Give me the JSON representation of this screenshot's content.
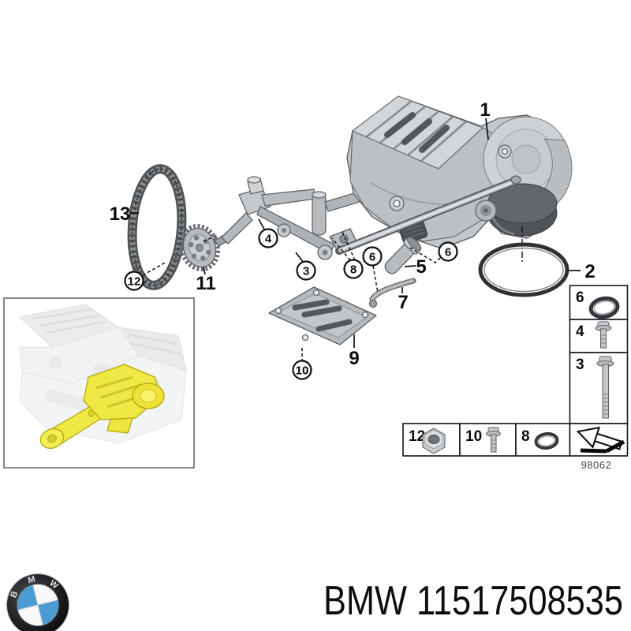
{
  "diagram": {
    "drawing_number": "98062",
    "callouts": {
      "n1": "1",
      "n2": "2",
      "n3": "3",
      "n4": "4",
      "n5": "5",
      "n6_left": "6",
      "n6_right": "6",
      "n7": "7",
      "n8": "8",
      "n9": "9",
      "n10": "10",
      "n11": "11",
      "n12": "12",
      "n13": "13"
    },
    "legend": {
      "box6": "6",
      "box4": "4",
      "box3": "3",
      "box12": "12",
      "box10": "10",
      "box8": "8"
    },
    "icons": {
      "direction_arrow": "arrow-down-left"
    }
  },
  "footer": {
    "caption": "BMW 11517508535",
    "logo": {
      "letter_b": "B",
      "letter_m": "M",
      "letter_w": "W"
    }
  },
  "colors": {
    "highlight_yellow": "#f0e845",
    "bmw_blue": "#4b9cd3",
    "line_black": "#111111"
  }
}
